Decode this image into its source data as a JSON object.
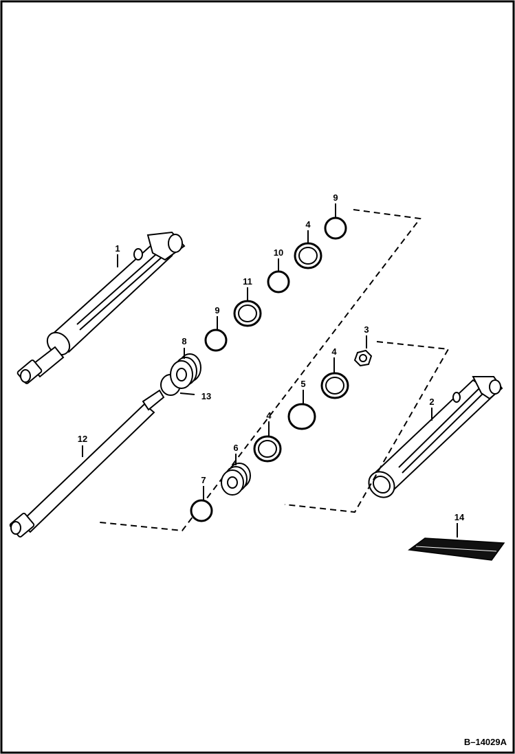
{
  "figure_id": "B–14029A",
  "callouts": [
    "1",
    "2",
    "3",
    "4",
    "4",
    "4",
    "5",
    "6",
    "7",
    "8",
    "9",
    "9",
    "10",
    "11",
    "12",
    "13",
    "14"
  ],
  "parts": {
    "p1": "1",
    "p2": "2",
    "p3": "3",
    "p4a": "4",
    "p4b": "4",
    "p4c": "4",
    "p5": "5",
    "p6": "6",
    "p7": "7",
    "p8": "8",
    "p9a": "9",
    "p9b": "9",
    "p10": "10",
    "p11": "11",
    "p12": "12",
    "p13": "13",
    "p14": "14"
  }
}
